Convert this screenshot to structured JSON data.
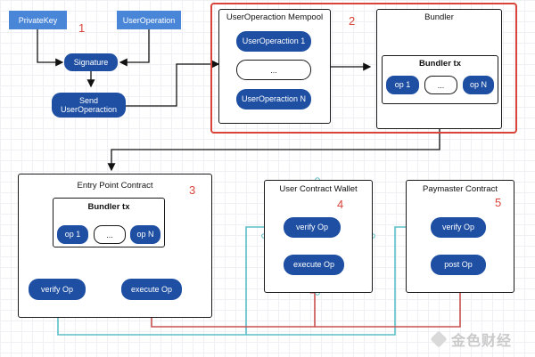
{
  "inputs": {
    "private_key": "PrivateKey",
    "user_operation": "UserOperation"
  },
  "nodes": {
    "signature": "Signature",
    "send_line1": "Send",
    "send_line2": "UserOperaction"
  },
  "mempool": {
    "title": "UserOperaction Mempool",
    "item_first": "UserOperaction 1",
    "item_ellipsis": "...",
    "item_last": "UserOperaction N"
  },
  "bundler": {
    "title": "Bundler",
    "tx_title": "Bundler tx",
    "op_first": "op 1",
    "op_ellipsis": "...",
    "op_last": "op N"
  },
  "entry_point": {
    "title": "Entry Point Contract",
    "tx_title": "Bundler tx",
    "op_first": "op 1",
    "op_ellipsis": "...",
    "op_last": "op N",
    "verify": "verify Op",
    "execute": "execute Op"
  },
  "wallet": {
    "title": "User Contract Wallet",
    "verify": "verify Op",
    "execute": "execute Op"
  },
  "paymaster": {
    "title": "Paymaster Contract",
    "verify": "verify Op",
    "post": "post Op"
  },
  "step_numbers": [
    "1",
    "2",
    "3",
    "4",
    "5"
  ],
  "watermark": "金色财经",
  "colors": {
    "input_blue": "#4a86d8",
    "node_blue": "#1e4fa3",
    "highlight_red": "#d9443a",
    "teal_flow": "#5bbfc8",
    "red_flow": "#c8504e"
  }
}
